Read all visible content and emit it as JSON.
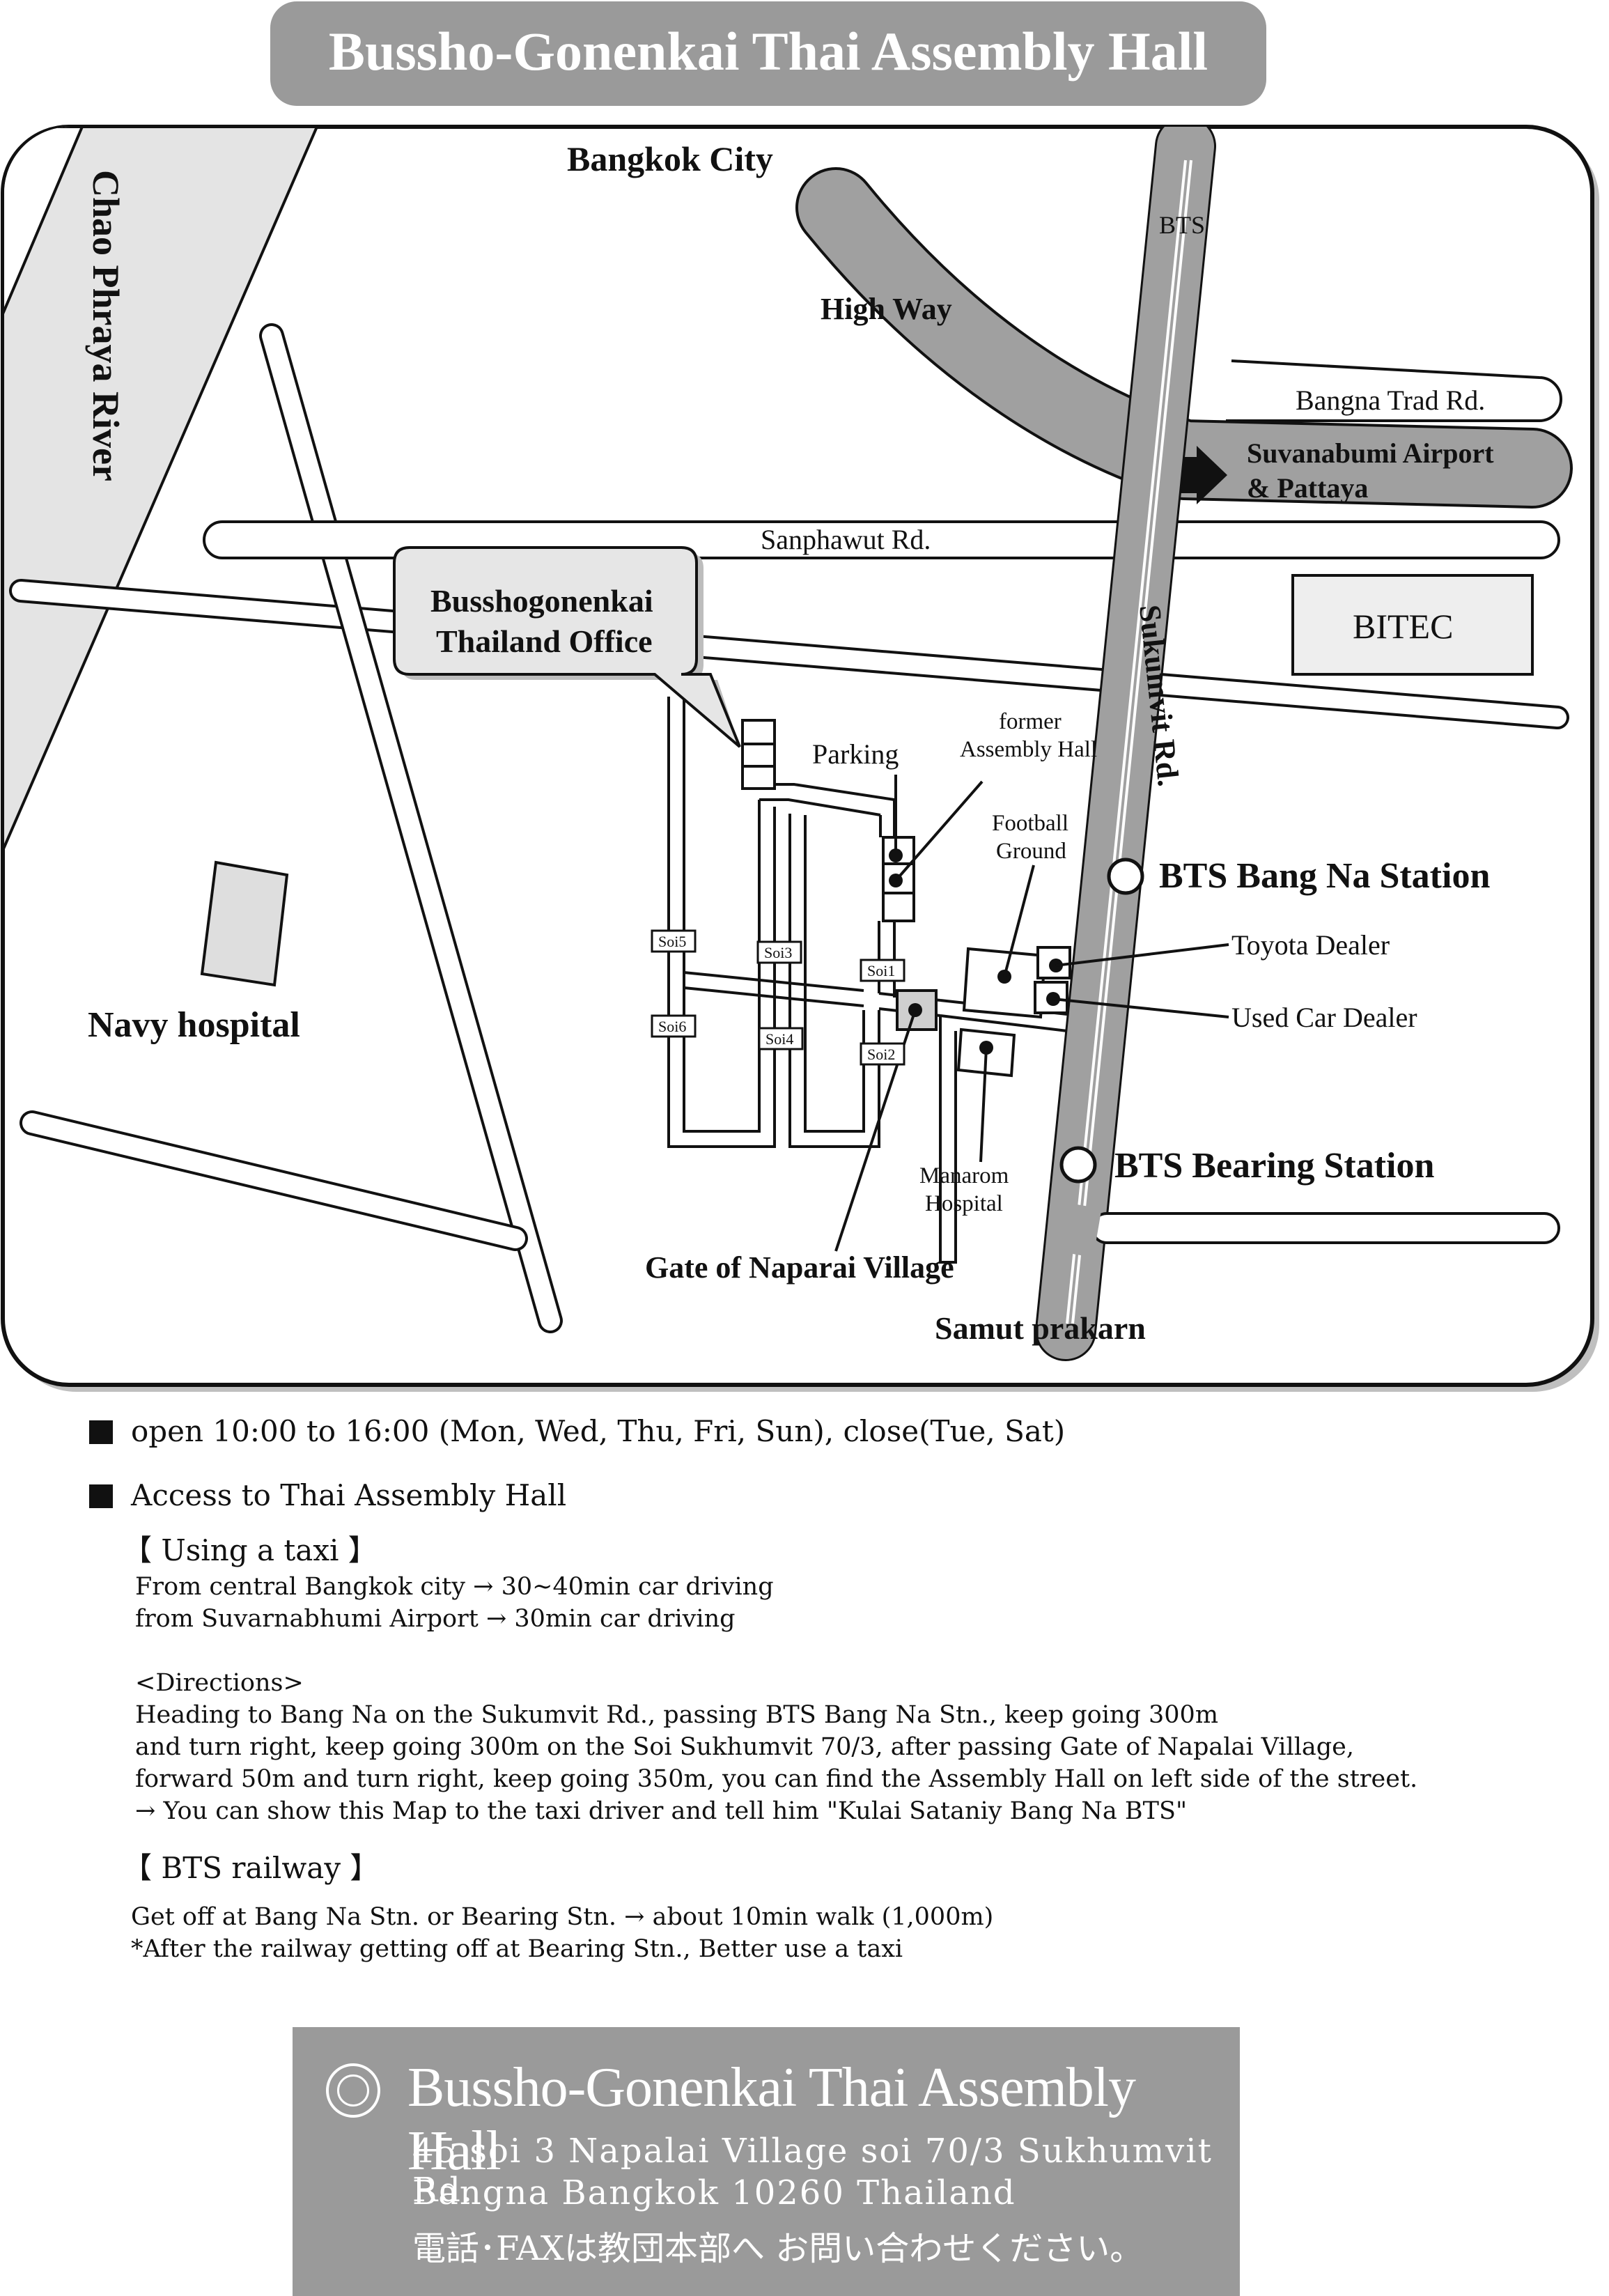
{
  "title": "Bussho-Gonenkai Thai Assembly Hall",
  "map": {
    "bangkok_city": "Bangkok City",
    "river": "Chao Phraya River",
    "bts_line": "BTS",
    "highway": "High Way",
    "bangna_trad": "Bangna Trad Rd.",
    "airport_1": "Suvanabumi Airport",
    "airport_2": "& Pattaya",
    "sanphawut": "Sanphawut Rd.",
    "bitec": "BITEC",
    "office_1": "Busshogonenkai",
    "office_2": "Thailand Office",
    "parking": "Parking",
    "former_1": "former",
    "former_2": "Assembly Hall",
    "football_1": "Football",
    "football_2": "Ground",
    "sukumvit": "Sukumvit Rd.",
    "bts_bangna": "BTS Bang Na Station",
    "toyota": "Toyota Dealer",
    "used_car": "Used Car Dealer",
    "soi5": "Soi5",
    "soi3": "Soi3",
    "soi1": "Soi1",
    "soi6": "Soi6",
    "soi4": "Soi4",
    "soi2": "Soi2",
    "navy": "Navy hospital",
    "manarom_1": "Manarom",
    "manarom_2": "Hospital",
    "bts_bearing": "BTS Bearing Station",
    "gate": "Gate of Naparai Village",
    "samut": "Samut prakarn"
  },
  "info": {
    "hours": "open 10:00 to 16:00 (Mon, Wed, Thu, Fri, Sun), close(Tue, Sat)",
    "access": "Access to Thai Assembly Hall",
    "taxi_head": "【 Using a taxi 】",
    "taxi_1": "From central Bangkok city → 30~40min car driving",
    "taxi_2": "from Suvarnabhumi Airport → 30min car driving",
    "dir_head": "<Directions>",
    "dir_1": "Heading to Bang Na on the Sukumvit Rd., passing BTS Bang Na Stn., keep going 300m",
    "dir_2": "and turn right, keep going 300m on the Soi Sukhumvit 70/3, after passing Gate of Napalai Village,",
    "dir_3": "forward 50m and turn right, keep going 350m, you can find the Assembly Hall on left side of the street.",
    "dir_4": " → You can show this Map to the taxi driver and tell him \"Kulai Sataniy Bang Na BTS\"",
    "bts_head": "【 BTS railway 】",
    "bts_1": "Get off at Bang Na Stn. or Bearing Stn. → about 10min walk (1,000m)",
    "bts_2": "*After the railway getting off at Bearing Stn., Better use a taxi"
  },
  "footer": {
    "title": "Bussho-Gonenkai Thai Assembly Hall",
    "addr_1": "45 soi 3 Napalai Village soi 70/3 Sukhumvit Rd.",
    "addr_2": "Bangna Bangkok 10260 Thailand",
    "contact": "電話･FAXは教団本部へ お問い合わせください。"
  },
  "colors": {
    "banner": "#9a9a9a",
    "road_gray": "#a0a0a0",
    "river": "#e2e2e2"
  }
}
